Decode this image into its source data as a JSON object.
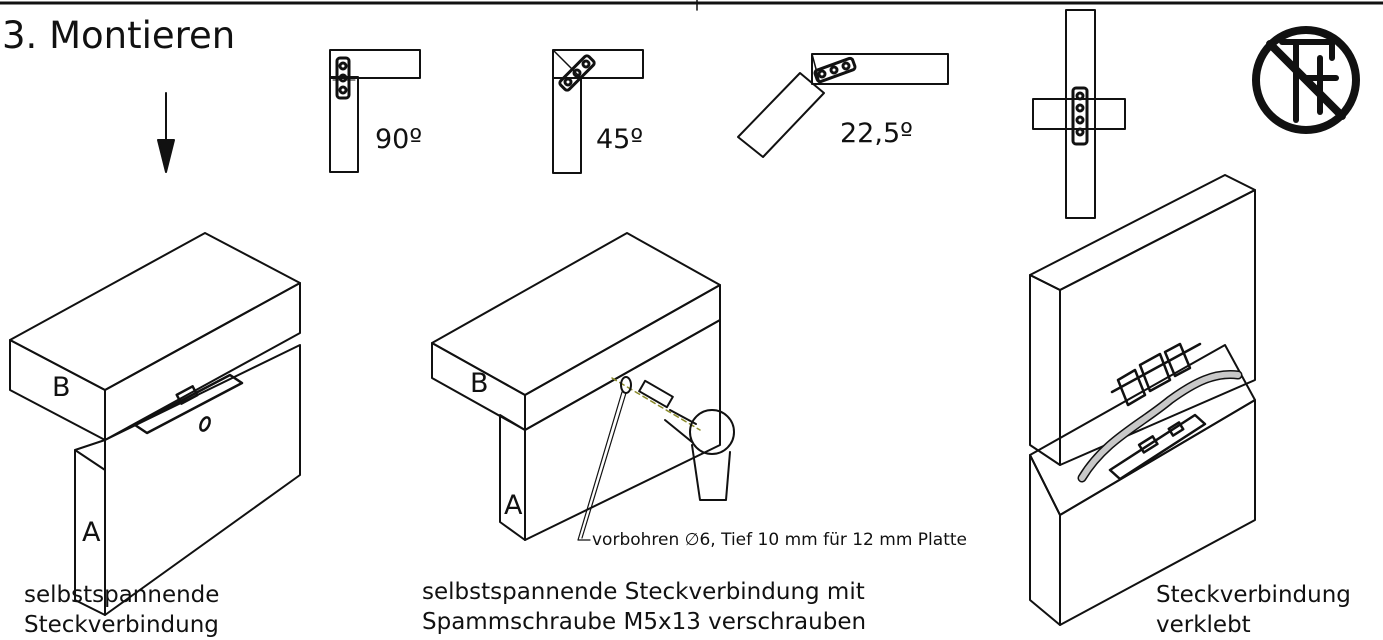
{
  "title": "3. Montieren",
  "angles": {
    "a90": "90º",
    "a45": "45º",
    "a22": "22,5º"
  },
  "panels": {
    "left": {
      "label_b": "B",
      "label_a": "A",
      "caption_1": "selbstspannende",
      "caption_2": "Steckverbindung"
    },
    "middle": {
      "label_b": "B",
      "label_a": "A",
      "drill_note": "vorbohren ∅6, Tief 10 mm für 12 mm Platte",
      "caption_1": "selbstspannende Steckverbindung mit",
      "caption_2": "Spammschraube M5x13 verschrauben"
    },
    "right": {
      "caption_1": "Steckverbindung",
      "caption_2": "verklebt"
    }
  },
  "icons": {
    "direction": "arrow-down-icon",
    "no_clamp": "no-clamp-icon"
  },
  "colors": {
    "ink": "#111111",
    "glue": "#c8c8c8",
    "drill_line": "#8a8a2a"
  }
}
